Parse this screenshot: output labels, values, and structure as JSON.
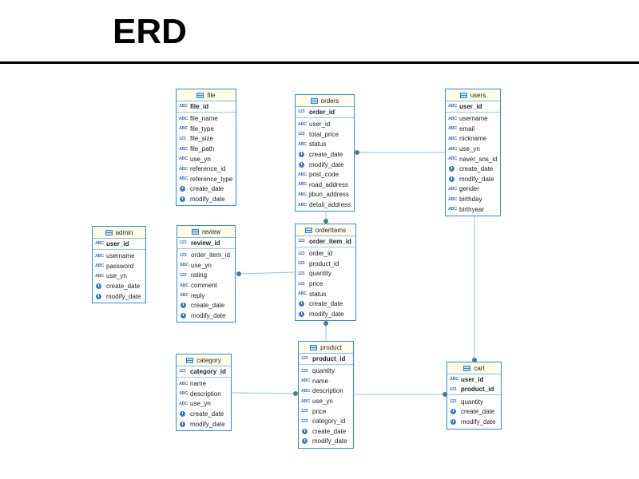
{
  "title": "ERD",
  "tables": {
    "file": {
      "name": "file",
      "pk": [
        {
          "name": "file_id",
          "type": "abc"
        }
      ],
      "columns": [
        {
          "name": "file_name",
          "type": "abc"
        },
        {
          "name": "file_type",
          "type": "abc"
        },
        {
          "name": "file_size",
          "type": "123"
        },
        {
          "name": "file_path",
          "type": "abc"
        },
        {
          "name": "use_yn",
          "type": "abc"
        },
        {
          "name": "reference_id",
          "type": "abc"
        },
        {
          "name": "reference_type",
          "type": "abc"
        },
        {
          "name": "create_date",
          "type": "date"
        },
        {
          "name": "modify_date",
          "type": "date"
        }
      ]
    },
    "orders": {
      "name": "orders",
      "pk": [
        {
          "name": "order_id",
          "type": "123"
        }
      ],
      "columns": [
        {
          "name": "user_id",
          "type": "abc"
        },
        {
          "name": "total_price",
          "type": "123"
        },
        {
          "name": "status",
          "type": "abc"
        },
        {
          "name": "create_date",
          "type": "date"
        },
        {
          "name": "modify_date",
          "type": "date"
        },
        {
          "name": "post_code",
          "type": "abc"
        },
        {
          "name": "road_address",
          "type": "abc"
        },
        {
          "name": "jibun_address",
          "type": "abc"
        },
        {
          "name": "detail_address",
          "type": "abc"
        }
      ]
    },
    "users": {
      "name": "users",
      "pk": [
        {
          "name": "user_id",
          "type": "abc"
        }
      ],
      "columns": [
        {
          "name": "username",
          "type": "abc"
        },
        {
          "name": "email",
          "type": "abc"
        },
        {
          "name": "nickname",
          "type": "abc"
        },
        {
          "name": "use_yn",
          "type": "abc"
        },
        {
          "name": "naver_sns_id",
          "type": "abc"
        },
        {
          "name": "create_date",
          "type": "date"
        },
        {
          "name": "modify_date",
          "type": "date"
        },
        {
          "name": "gender",
          "type": "abc"
        },
        {
          "name": "birthday",
          "type": "abc"
        },
        {
          "name": "birthyear",
          "type": "abc"
        }
      ]
    },
    "admin": {
      "name": "admin",
      "pk": [
        {
          "name": "user_id",
          "type": "abc"
        }
      ],
      "columns": [
        {
          "name": "username",
          "type": "abc"
        },
        {
          "name": "password",
          "type": "abc"
        },
        {
          "name": "use_yn",
          "type": "abc"
        },
        {
          "name": "create_date",
          "type": "date"
        },
        {
          "name": "modify_date",
          "type": "date"
        }
      ]
    },
    "review": {
      "name": "review",
      "pk": [
        {
          "name": "review_id",
          "type": "123"
        }
      ],
      "columns": [
        {
          "name": "order_item_id",
          "type": "123"
        },
        {
          "name": "use_yn",
          "type": "abc"
        },
        {
          "name": "rating",
          "type": "123"
        },
        {
          "name": "comment",
          "type": "abc"
        },
        {
          "name": "reply",
          "type": "abc"
        },
        {
          "name": "create_date",
          "type": "date"
        },
        {
          "name": "modify_date",
          "type": "date"
        }
      ]
    },
    "orderItems": {
      "name": "orderItems",
      "pk": [
        {
          "name": "order_item_id",
          "type": "123"
        }
      ],
      "columns": [
        {
          "name": "order_id",
          "type": "123"
        },
        {
          "name": "product_id",
          "type": "123"
        },
        {
          "name": "quantity",
          "type": "123"
        },
        {
          "name": "price",
          "type": "123"
        },
        {
          "name": "status",
          "type": "abc"
        },
        {
          "name": "create_date",
          "type": "date"
        },
        {
          "name": "modify_date",
          "type": "date"
        }
      ]
    },
    "category": {
      "name": "category",
      "pk": [
        {
          "name": "category_id",
          "type": "123"
        }
      ],
      "columns": [
        {
          "name": "name",
          "type": "abc"
        },
        {
          "name": "description",
          "type": "abc"
        },
        {
          "name": "use_yn",
          "type": "abc"
        },
        {
          "name": "create_date",
          "type": "date"
        },
        {
          "name": "modify_date",
          "type": "date"
        }
      ]
    },
    "product": {
      "name": "product",
      "pk": [
        {
          "name": "product_id",
          "type": "123"
        }
      ],
      "columns": [
        {
          "name": "quantity",
          "type": "123"
        },
        {
          "name": "name",
          "type": "abc"
        },
        {
          "name": "description",
          "type": "abc"
        },
        {
          "name": "use_yn",
          "type": "abc"
        },
        {
          "name": "price",
          "type": "123"
        },
        {
          "name": "category_id",
          "type": "123"
        },
        {
          "name": "create_date",
          "type": "date"
        },
        {
          "name": "modify_date",
          "type": "date"
        }
      ]
    },
    "cart": {
      "name": "cart",
      "pk": [
        {
          "name": "user_id",
          "type": "abc"
        },
        {
          "name": "product_id",
          "type": "123"
        }
      ],
      "columns": [
        {
          "name": "quantity",
          "type": "123"
        },
        {
          "name": "create_date",
          "type": "date"
        },
        {
          "name": "modify_date",
          "type": "date"
        }
      ]
    }
  },
  "colors": {
    "border": "#2b8fcf",
    "header_bg": "#fffde8",
    "connector": "#8ec3e6",
    "endpoint": "#4a7a96"
  },
  "icons": {
    "abc": "text-type-icon",
    "123": "number-type-icon",
    "date": "date-type-icon",
    "table": "table-icon"
  }
}
